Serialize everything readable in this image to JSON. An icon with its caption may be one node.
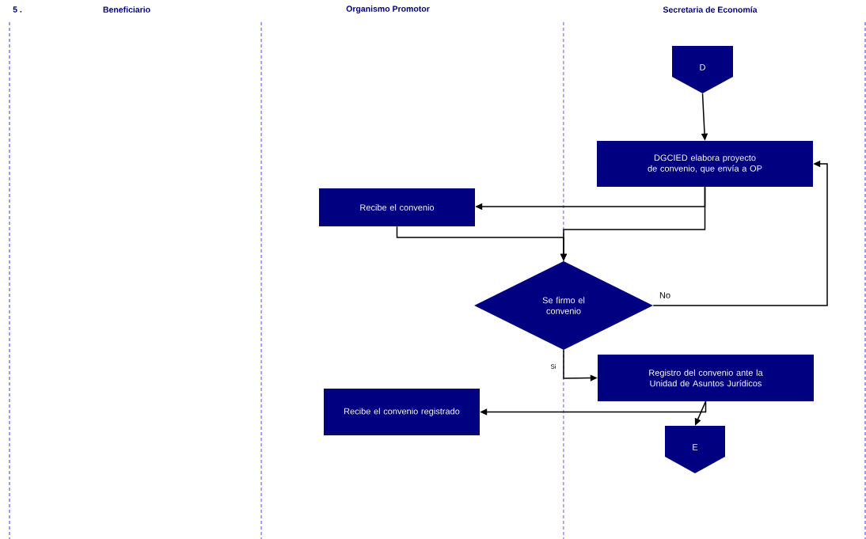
{
  "diagram": {
    "nodes": [
      {
        "text": [
          "D"
        ]
      },
      {
        "text": [
          "DGCIED elabora proyecto de convenio, que envía a OP"
        ]
      },
      {
        "text": [
          "Recibe el convenio"
        ]
      },
      {
        "text": [
          "Se firmo el convenio"
        ]
      },
      {
        "text": [
          "Registro del convenio ante la Unidad de Asuntos Jurídicos"
        ]
      },
      {
        "text": [
          "Recibe el convenio registrado"
        ]
      },
      {
        "text": [
          "E"
        ]
      }
    ],
    "edges": [
      {
        "from": 0,
        "to": 1,
        "arrow": "to"
      },
      {
        "from": 1,
        "to": 2,
        "arrow": "to"
      },
      {
        "from": 1,
        "to": 3,
        "arrow": "to"
      },
      {
        "from": 2,
        "to": 3,
        "arrow": "to"
      },
      {
        "from": 3,
        "to": 1,
        "arrow": "to",
        "label": "No"
      },
      {
        "from": 3,
        "to": 4,
        "arrow": "to",
        "label": "Si"
      },
      {
        "from": 4,
        "to": 5,
        "arrow": "to"
      },
      {
        "from": 4,
        "to": 6,
        "arrow": "to"
      }
    ],
    "labels": [
      "5 .",
      "Beneficiario",
      "Organismo Promotor",
      "Secretaria de Economía"
    ]
  }
}
